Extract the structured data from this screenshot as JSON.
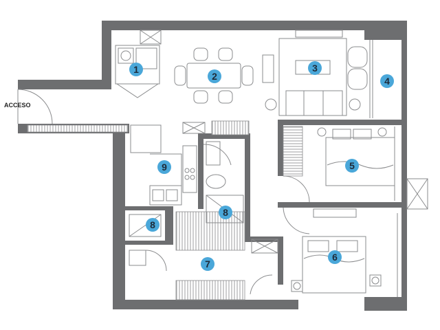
{
  "entry_label": "ACCESO",
  "colors": {
    "wall": "#6d6e70",
    "furniture_line": "#8a8b8d",
    "marker": "#4aa7d9",
    "marker_text": "#1e2a38",
    "background": "#ffffff"
  },
  "markers": [
    {
      "id": "1",
      "label": "1"
    },
    {
      "id": "2",
      "label": "2"
    },
    {
      "id": "3",
      "label": "3"
    },
    {
      "id": "4",
      "label": "4"
    },
    {
      "id": "5",
      "label": "5"
    },
    {
      "id": "6",
      "label": "6"
    },
    {
      "id": "7",
      "label": "7"
    },
    {
      "id": "8a",
      "label": "8"
    },
    {
      "id": "8b",
      "label": "8"
    },
    {
      "id": "9",
      "label": "9"
    }
  ]
}
